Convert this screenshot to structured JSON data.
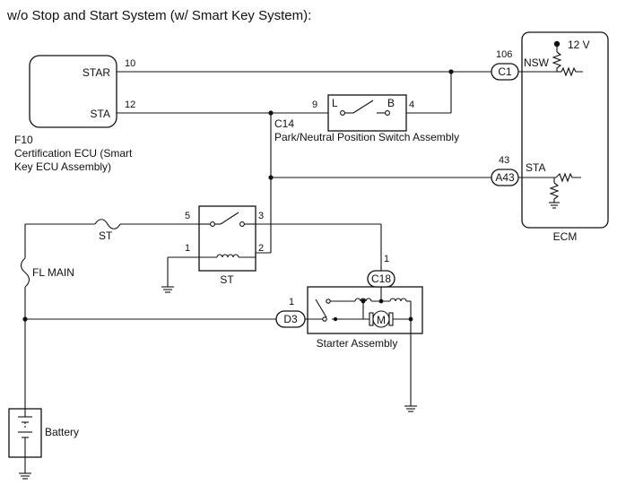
{
  "title": "w/o Stop and Start System (w/ Smart Key System):",
  "ecu_f10": {
    "code": "F10",
    "name_line1": "Certification ECU (Smart",
    "name_line2": "Key ECU Assembly)",
    "terminal_star": "STAR",
    "terminal_sta": "STA",
    "pin_star": "10",
    "pin_sta": "12"
  },
  "park_neutral_switch": {
    "code": "C14",
    "name": "Park/Neutral Position Switch Assembly",
    "left_label": "L",
    "right_label": "B",
    "pin_left": "9",
    "pin_right": "4"
  },
  "ecm": {
    "name": "ECM",
    "supply": "12 V",
    "terminal_nsw": "NSW",
    "terminal_sta": "STA",
    "connector_c1": "C1",
    "pin_c1": "106",
    "connector_a43": "A43",
    "pin_a43": "43"
  },
  "st_relay": {
    "name": "ST",
    "pin5": "5",
    "pin3": "3",
    "pin1": "1",
    "pin2": "2"
  },
  "fuses": {
    "st": "ST",
    "fl_main": "FL MAIN"
  },
  "starter": {
    "name": "Starter Assembly",
    "connector_c18": "C18",
    "pin_c18": "1",
    "connector_d3": "D3",
    "pin_d3": "1",
    "motor_label": "M"
  },
  "battery": {
    "name": "Battery"
  }
}
